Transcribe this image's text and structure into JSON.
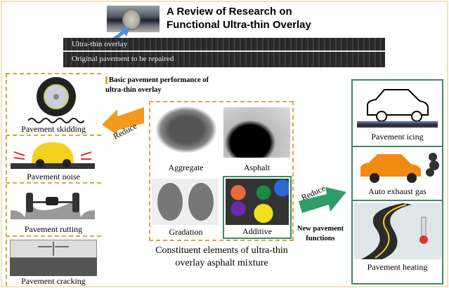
{
  "title": {
    "line1": "A Review of Research on",
    "line2": "Functional Ultra-thin Overlay"
  },
  "layers": {
    "top": "Ultra-thin overlay",
    "bottom": "Original pavement to be repaired"
  },
  "left": {
    "heading": "Basic pavement performance of ultra-thin overlay",
    "arrow_label": "Reduce",
    "items": [
      "Pavement skidding",
      "Pavement noise",
      "Pavement rutting",
      "Pavement cracking"
    ]
  },
  "center": {
    "items": [
      "Aggregate",
      "Asphalt",
      "Gradation",
      "Additive"
    ],
    "caption": "Constituent elements of ultra-thin overlay asphalt mixture"
  },
  "right": {
    "heading": "New pavement functions",
    "arrow_label": "Reduce",
    "items": [
      "Pavement icing",
      "Auto exhaust gas",
      "Pavement heating"
    ]
  },
  "colors": {
    "orange": "#f39a1e",
    "green": "#2f9c6a",
    "blue": "#4a8fd8",
    "dash": "#e0a53a"
  }
}
